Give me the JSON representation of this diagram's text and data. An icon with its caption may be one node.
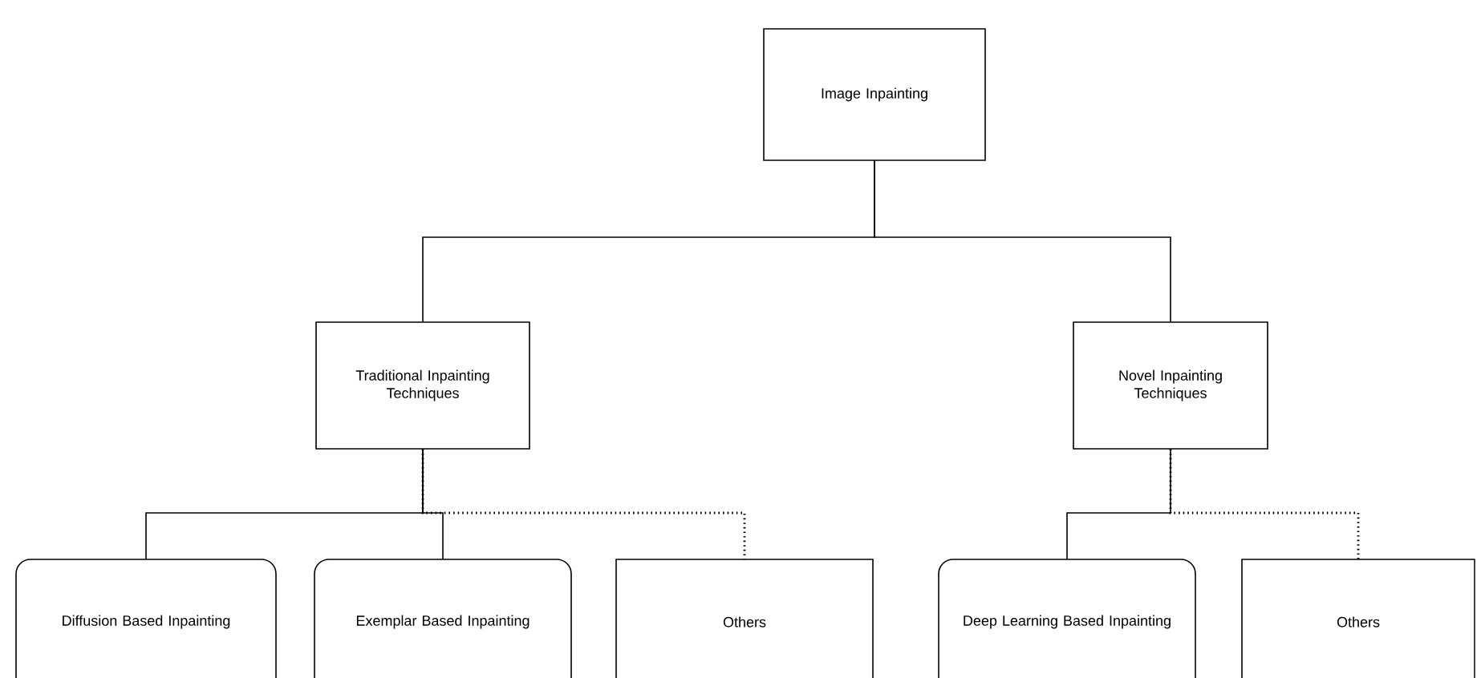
{
  "diagram": {
    "nodes": [
      {
        "text": [
          "Image Inpainting"
        ]
      },
      {
        "text": [
          "Traditional Inpainting Techniques"
        ]
      },
      {
        "text": [
          "Novel Inpainting Techniques"
        ]
      },
      {
        "text": [
          "Diffusion Based Inpainting"
        ]
      },
      {
        "text": [
          "Exemplar Based Inpainting"
        ]
      },
      {
        "text": [
          "Others"
        ]
      },
      {
        "text": [
          "Deep Learning Based Inpainting"
        ]
      },
      {
        "text": [
          "Others"
        ]
      }
    ],
    "edges": [
      {
        "from": 0,
        "to": 1,
        "arrow": "none"
      },
      {
        "from": 0,
        "to": 2,
        "arrow": "none"
      },
      {
        "from": 1,
        "to": 3,
        "arrow": "none"
      },
      {
        "from": 1,
        "to": 4,
        "arrow": "none"
      },
      {
        "from": 1,
        "to": 5,
        "arrow": "none",
        "style": "dashed"
      },
      {
        "from": 2,
        "to": 6,
        "arrow": "none"
      },
      {
        "from": 2,
        "to": 7,
        "arrow": "none",
        "style": "dashed"
      }
    ]
  }
}
